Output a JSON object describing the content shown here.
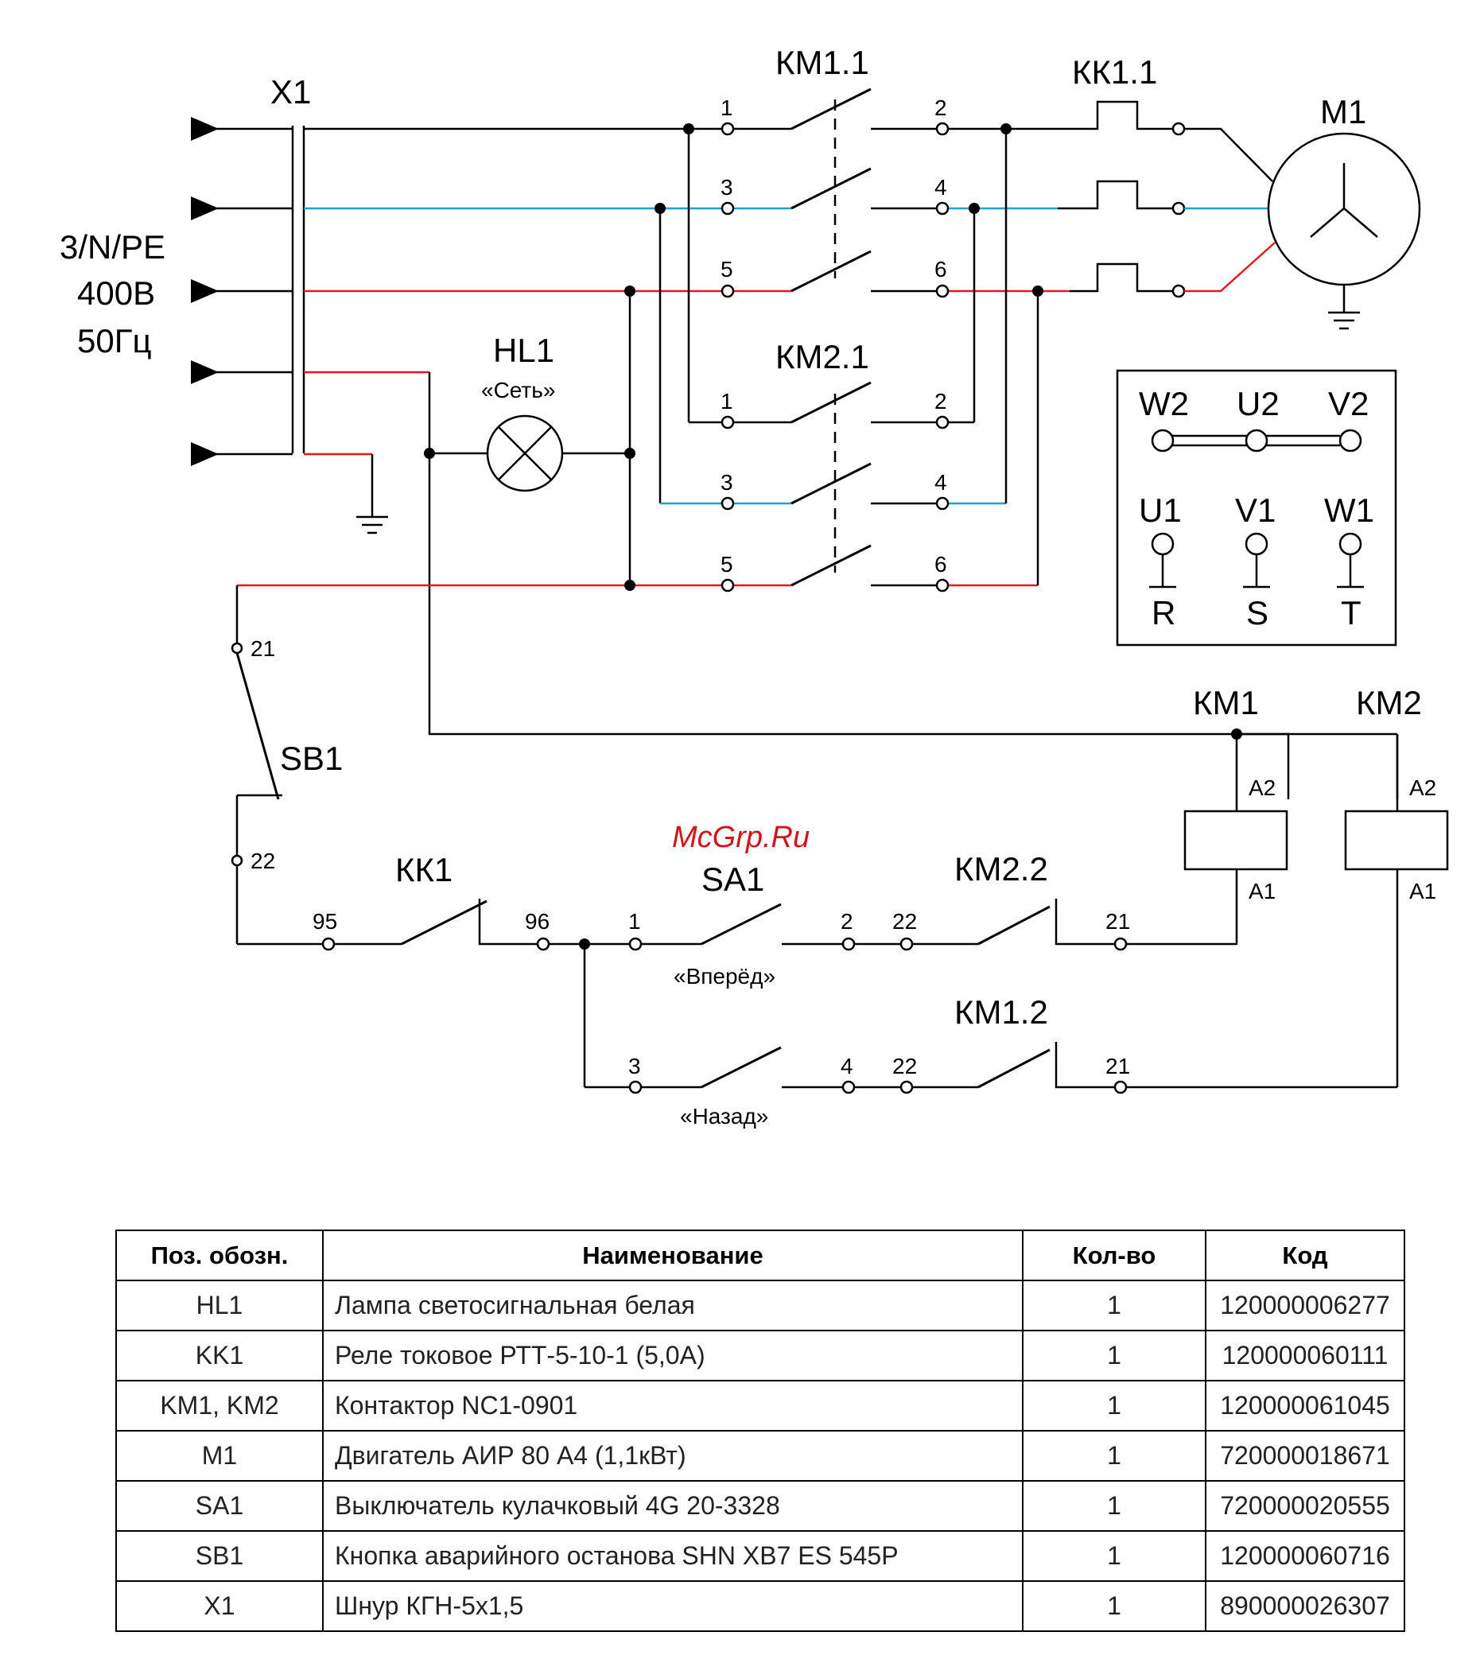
{
  "supply": {
    "connector": "X1",
    "lines": [
      "3/N/PE",
      "400В",
      "50Гц"
    ]
  },
  "contactors": {
    "km1_main": "КМ1.1",
    "km2_main": "КМ2.1",
    "km1_coil": "КМ1",
    "km2_coil": "КМ2",
    "km1_aux": "КМ1.2",
    "km2_aux": "КМ2.2"
  },
  "overload": {
    "main": "КК1.1",
    "aux": "КК1"
  },
  "motor": {
    "label": "М1"
  },
  "lamp": {
    "label": "HL1",
    "caption": "«Сеть»"
  },
  "estop": {
    "label": "SB1"
  },
  "selector": {
    "label": "SA1",
    "forward": "«Вперёд»",
    "reverse": "«Назад»"
  },
  "terminal_box": {
    "top": [
      "W2",
      "U2",
      "V2"
    ],
    "bottom": [
      "U1",
      "V1",
      "W1"
    ],
    "phases": [
      "R",
      "S",
      "T"
    ]
  },
  "pins": {
    "main": [
      "1",
      "2",
      "3",
      "4",
      "5",
      "6"
    ],
    "coil": [
      "A2",
      "A1"
    ],
    "estop": [
      "21",
      "22"
    ],
    "kk1": [
      "95",
      "96"
    ],
    "aux": [
      "22",
      "21"
    ]
  },
  "watermark": "McGrp.Ru",
  "bom": {
    "headers": [
      "Поз. обозн.",
      "Наименование",
      "Кол-во",
      "Код"
    ],
    "rows": [
      [
        "HL1",
        "Лампа светосигнальная белая",
        "1",
        "120000006277"
      ],
      [
        "KK1",
        "Реле токовое РТТ-5-10-1 (5,0А)",
        "1",
        "120000060111"
      ],
      [
        "KM1, KM2",
        "Контактор NC1-0901",
        "1",
        "120000061045"
      ],
      [
        "M1",
        "Двигатель АИР 80 А4 (1,1кВт)",
        "1",
        "720000018671"
      ],
      [
        "SA1",
        "Выключатель кулачковый 4G 20-3328",
        "1",
        "720000020555"
      ],
      [
        "SB1",
        "Кнопка аварийного останова SHN XB7 ES 545P",
        "1",
        "120000060716"
      ],
      [
        "X1",
        "Шнур КГН-5х1,5",
        "1",
        "890000026307"
      ]
    ]
  },
  "colors": {
    "phase_blue": "#1aa3d6",
    "phase_red": "#e21c1c",
    "watermark": "#d01418"
  }
}
